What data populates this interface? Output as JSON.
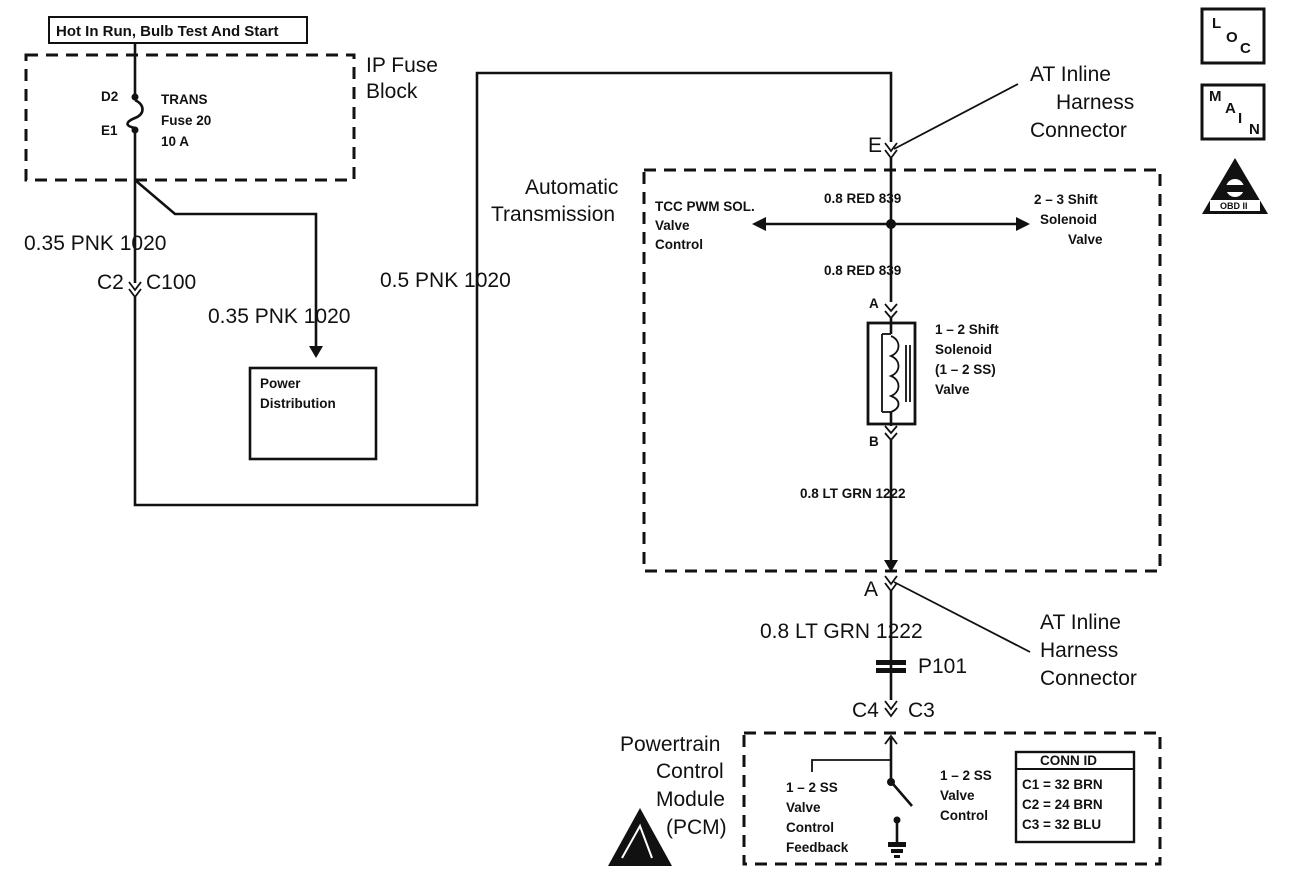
{
  "header": {
    "power_label": "Hot In Run, Bulb Test And Start"
  },
  "fuse_block": {
    "title_line1": "IP Fuse",
    "title_line2": "Block",
    "pin_top": "D2",
    "pin_bottom": "E1",
    "fuse_line1": "TRANS",
    "fuse_line2": "Fuse 20",
    "fuse_line3": "10 A"
  },
  "wires": {
    "left_main": "0.35 PNK  1020",
    "left_branch": "0.35 PNK  1020",
    "right_main": "0.5 PNK  1020",
    "red_top": "0.8 RED  839",
    "red_mid": "0.8 RED  839",
    "ltgrn_inner": "0.8 LT GRN  1222",
    "ltgrn_outer": "0.8 LT GRN  1222"
  },
  "connectors": {
    "c2": "C2",
    "c100": "C100",
    "pin_e": "E",
    "pin_a_sol": "A",
    "pin_b_sol": "B",
    "pin_a_inline": "A",
    "splice": "P101",
    "c4": "C4",
    "c3": "C3"
  },
  "power_distribution": {
    "line1": "Power",
    "line2": "Distribution"
  },
  "at_inline_top": {
    "line1": "AT Inline",
    "line2": "Harness",
    "line3": "Connector"
  },
  "at_inline_bottom": {
    "line1": "AT Inline",
    "line2": "Harness",
    "line3": "Connector"
  },
  "transmission": {
    "title_line1": "Automatic",
    "title_line2": "Transmission",
    "tcc_line1": "TCC PWM SOL.",
    "tcc_line2": "Valve",
    "tcc_line3": "Control",
    "shift23_line1": "2 – 3 Shift",
    "shift23_line2": "Solenoid",
    "shift23_line3": "Valve",
    "sol12_line1": "1 – 2 Shift",
    "sol12_line2": "Solenoid",
    "sol12_line3": "(1 – 2 SS)",
    "sol12_line4": "Valve"
  },
  "pcm": {
    "title_line1": "Powertrain",
    "title_line2": "Control",
    "title_line3": "Module",
    "title_line4": "(PCM)",
    "feedback_line1": "1 – 2 SS",
    "feedback_line2": "Valve",
    "feedback_line3": "Control",
    "feedback_line4": "Feedback",
    "control_line1": "1 – 2 SS",
    "control_line2": "Valve",
    "control_line3": "Control"
  },
  "conn_id": {
    "header": "CONN ID",
    "rows": [
      "C1 = 32 BRN",
      "C2 = 24 BRN",
      "C3 = 32 BLU"
    ]
  },
  "icons": {
    "loc_letters": [
      "L",
      "O",
      "C"
    ],
    "main_letters": [
      "M",
      "A",
      "I",
      "N"
    ],
    "obd_label": "OBD II"
  }
}
